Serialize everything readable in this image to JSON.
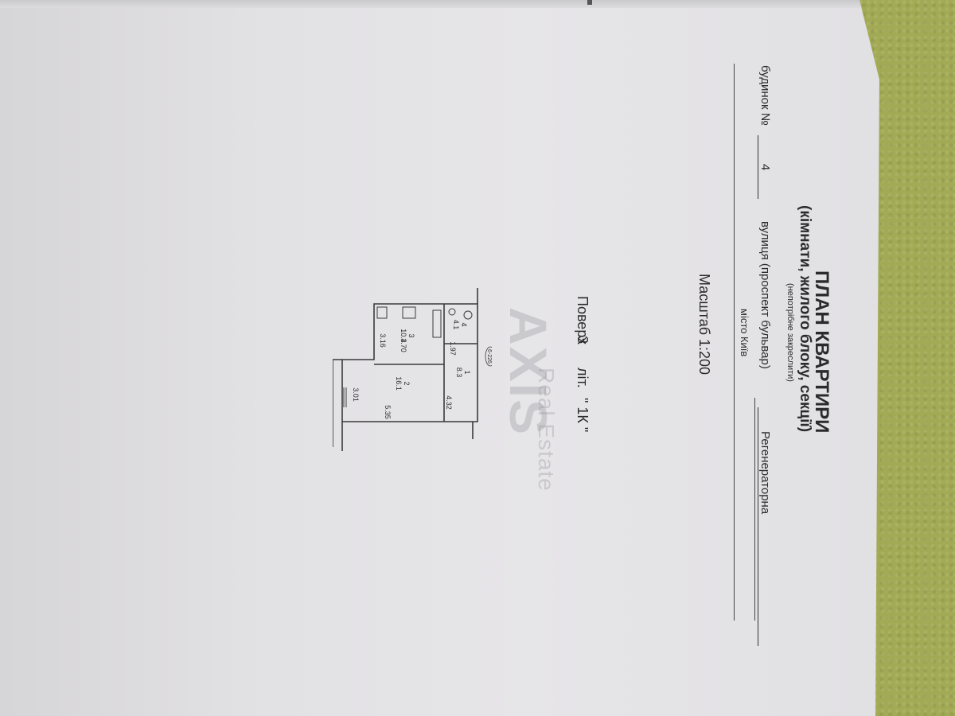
{
  "document": {
    "title": "ПЛАН КВАРТИРИ",
    "subtitle": "(кімнати, жилого блоку, секції)",
    "note": "(непотрібне закреслити)",
    "building_label": "будинок №",
    "building_number": "4",
    "street_label": "вулиця (проспект бульвар)",
    "street_value": "Регенераторна",
    "city": "місто Київ",
    "scale": "Масштаб 1:200",
    "floor_label": "Поверх",
    "floor_value": "3",
    "letter_label": "літ.",
    "letter_value": "\" 1К \""
  },
  "watermark": {
    "brand": "AXIS",
    "tagline": "Real Estate"
  },
  "plan": {
    "stamp": "6-226",
    "rooms": [
      {
        "number": "1",
        "area": "8.3"
      },
      {
        "number": "2",
        "area": "16.1"
      },
      {
        "number": "3",
        "area": "10.4"
      },
      {
        "number": "4",
        "area": "4.1"
      }
    ],
    "dimensions": [
      "1.97",
      "3.70",
      "3.16",
      "4.32",
      "3.01",
      "5.35"
    ]
  },
  "colors": {
    "paper": "#e4e3e6",
    "carpet": "#a2aa55",
    "ink": "#2b2b2d"
  }
}
